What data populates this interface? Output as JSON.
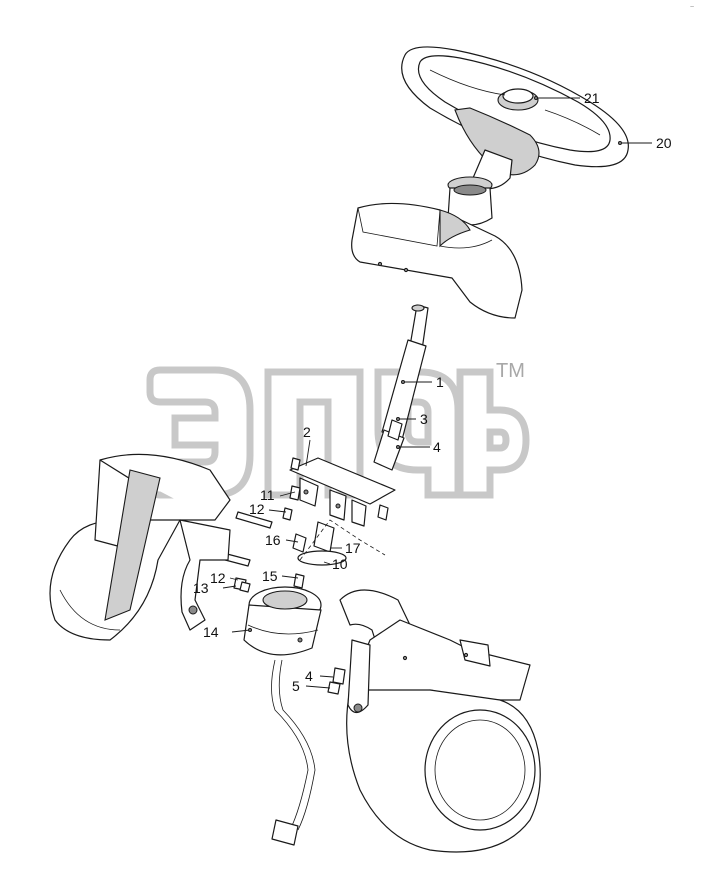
{
  "diagram": {
    "corner_mark": "~",
    "watermark": {
      "mark": "TM"
    },
    "callouts": [
      {
        "id": "c21",
        "label": "21"
      },
      {
        "id": "c20",
        "label": "20"
      },
      {
        "id": "c1",
        "label": "1"
      },
      {
        "id": "c3",
        "label": "3"
      },
      {
        "id": "c4a",
        "label": "4"
      },
      {
        "id": "c2",
        "label": "2"
      },
      {
        "id": "c11",
        "label": "11"
      },
      {
        "id": "c12a",
        "label": "12"
      },
      {
        "id": "c16",
        "label": "16"
      },
      {
        "id": "c17",
        "label": "17"
      },
      {
        "id": "c10",
        "label": "10"
      },
      {
        "id": "c12b",
        "label": "12"
      },
      {
        "id": "c13",
        "label": "13"
      },
      {
        "id": "c15",
        "label": "15"
      },
      {
        "id": "c14",
        "label": "14"
      },
      {
        "id": "c4b",
        "label": "4"
      },
      {
        "id": "c5",
        "label": "5"
      }
    ]
  }
}
